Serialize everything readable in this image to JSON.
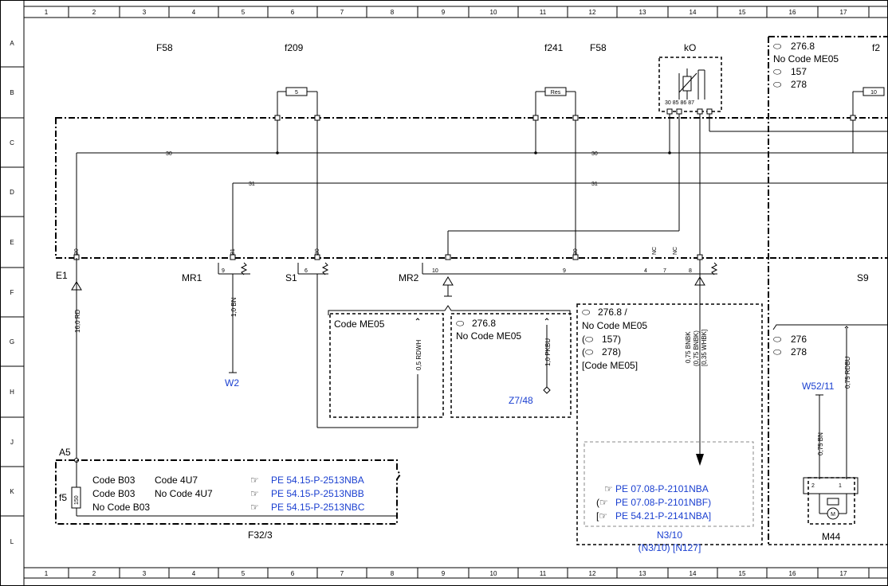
{
  "grid": {
    "cols": [
      "1",
      "2",
      "3",
      "4",
      "5",
      "6",
      "7",
      "8",
      "9",
      "10",
      "11",
      "12",
      "13",
      "14",
      "15",
      "16",
      "17"
    ],
    "rows": [
      "A",
      "B",
      "C",
      "D",
      "E",
      "F",
      "G",
      "H",
      "J",
      "K",
      "L"
    ]
  },
  "top_labels": {
    "f58_left": "F58",
    "f209": "f209",
    "f241": "f241",
    "f58_right": "F58",
    "k0": "kO",
    "f2": "f2"
  },
  "fuses": {
    "fuse5": "5",
    "fuse_res": "Res",
    "fuse10": "10",
    "fuse150": "150"
  },
  "relay_pins": "30 85 86 87",
  "bus": {
    "line30a": "30",
    "line30b": "30",
    "line31a": "31",
    "line31b": "31"
  },
  "pins": {
    "p30a": "30",
    "p31": "31",
    "p30b": "30",
    "p30c": "30",
    "nc1": "NC",
    "nc2": "NC"
  },
  "connectors": {
    "e1": "E1",
    "mr1": "MR1",
    "mr1_pin": "9",
    "s1": "S1",
    "s1_pin": "6",
    "mr2": "MR2",
    "mr2_pin": "10",
    "pin9": "9",
    "pin4": "4",
    "pin7": "7",
    "pin8": "8",
    "s9": "S9"
  },
  "wires": {
    "w16rd": "16,0 RD",
    "w1bn": "1,0 BN",
    "w05rdwh": "0,5 RDWH",
    "w10pkbu": "1,0 PKBU",
    "w075bnbk": "0,75 BNBK",
    "w075bnbk_alt": "(0,75 BNBK)",
    "w035whbk": "[0,35 WHBK]",
    "w075bn": "0,75 BN",
    "w075rdbu": "0,75 RDBU"
  },
  "codes_top_right": {
    "engine": "276.8",
    "no_code": "No  Code ME05",
    "e157": "157",
    "e278": "278"
  },
  "box_me05": {
    "label": "Code ME05"
  },
  "box_276": {
    "engine": "276.8",
    "no_code": "No  Code ME05"
  },
  "box_n310": {
    "l1": "276.8 /",
    "l2": "No  Code ME05",
    "l3": "157)",
    "l4": "278)",
    "l5": "[Code ME05]",
    "ref1": "PE 07.08-P-2101NBA",
    "ref2": "PE 07.08-P-2101NBF)",
    "ref3": "PE 54.21-P-2141NBA]",
    "name": "N3/10",
    "name2": "(N3/10) [N127]"
  },
  "box_right": {
    "e276": "276",
    "e278": "278",
    "w52": "W52/11",
    "m44": "M44",
    "pin2": "2",
    "pin1": "1"
  },
  "refs": {
    "w2": "W2",
    "z748": "Z7/48"
  },
  "a5": "A5",
  "f5": "f5",
  "f32": {
    "row1a": "Code B03",
    "row1b": "Code 4U7",
    "row2a": "Code B03",
    "row2b": "No  Code 4U7",
    "row3": "No  Code B03",
    "ref1": "PE 54.15-P-2513NBA",
    "ref2": "PE 54.15-P-2513NBB",
    "ref3": "PE 54.15-P-2513NBC",
    "name": "F32/3"
  }
}
